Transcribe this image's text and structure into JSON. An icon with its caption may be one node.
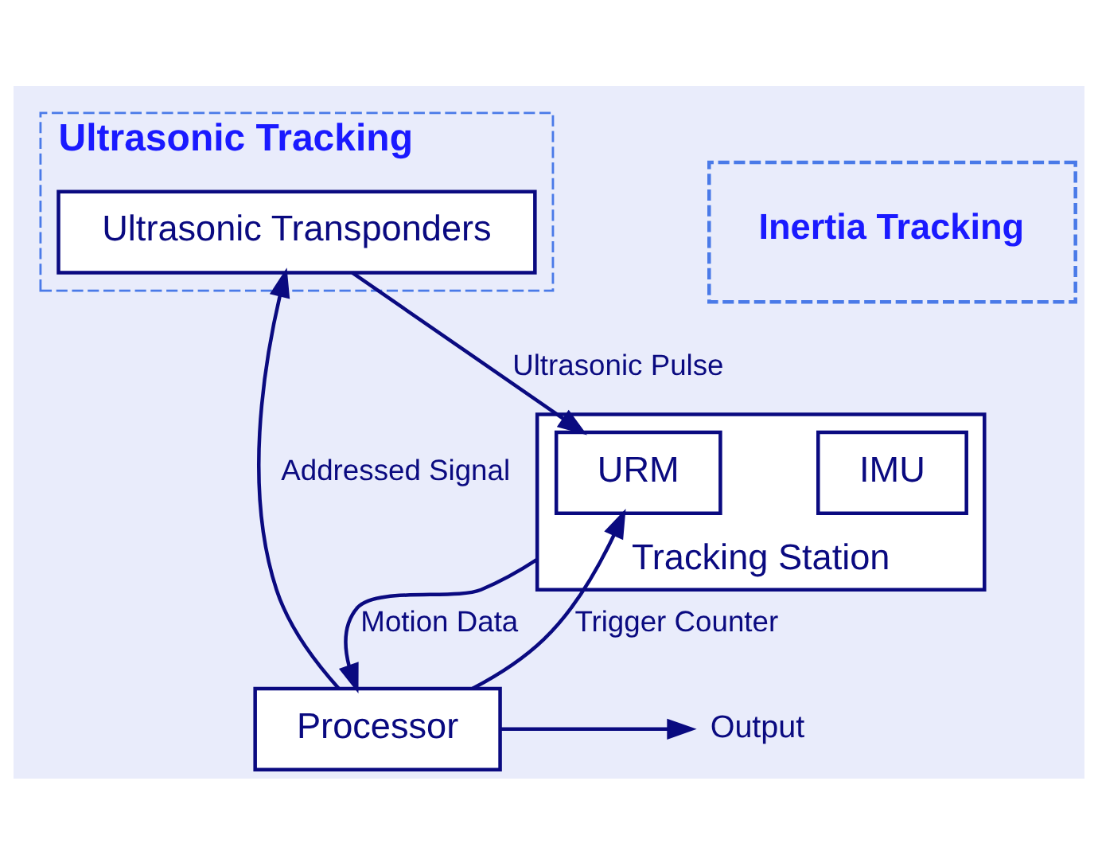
{
  "diagram": {
    "nodes": [
      {
        "text": [
          "Ultrasonic Tracking"
        ]
      },
      {
        "text": [
          "Ultrasonic Transponders"
        ],
        "in": 0
      },
      {
        "text": [
          "Inertia Tracking"
        ]
      },
      {
        "text": [
          "Tracking Station"
        ]
      },
      {
        "text": [
          "URM"
        ],
        "in": 3
      },
      {
        "text": [
          "IMU"
        ],
        "in": 3
      },
      {
        "text": [
          "Processor"
        ]
      },
      {
        "text": [
          "Output"
        ]
      }
    ],
    "edges": [
      {
        "from": 6,
        "to": 1,
        "arrow": "to",
        "label": "Addressed Signal"
      },
      {
        "from": 1,
        "to": 4,
        "arrow": "to",
        "label": "Ultrasonic Pulse"
      },
      {
        "from": 6,
        "to": 4,
        "arrow": "to",
        "label": "Trigger Counter"
      },
      {
        "from": 3,
        "to": 6,
        "arrow": "to",
        "label": "Motion Data"
      },
      {
        "from": 6,
        "to": 7,
        "arrow": "to"
      }
    ]
  }
}
